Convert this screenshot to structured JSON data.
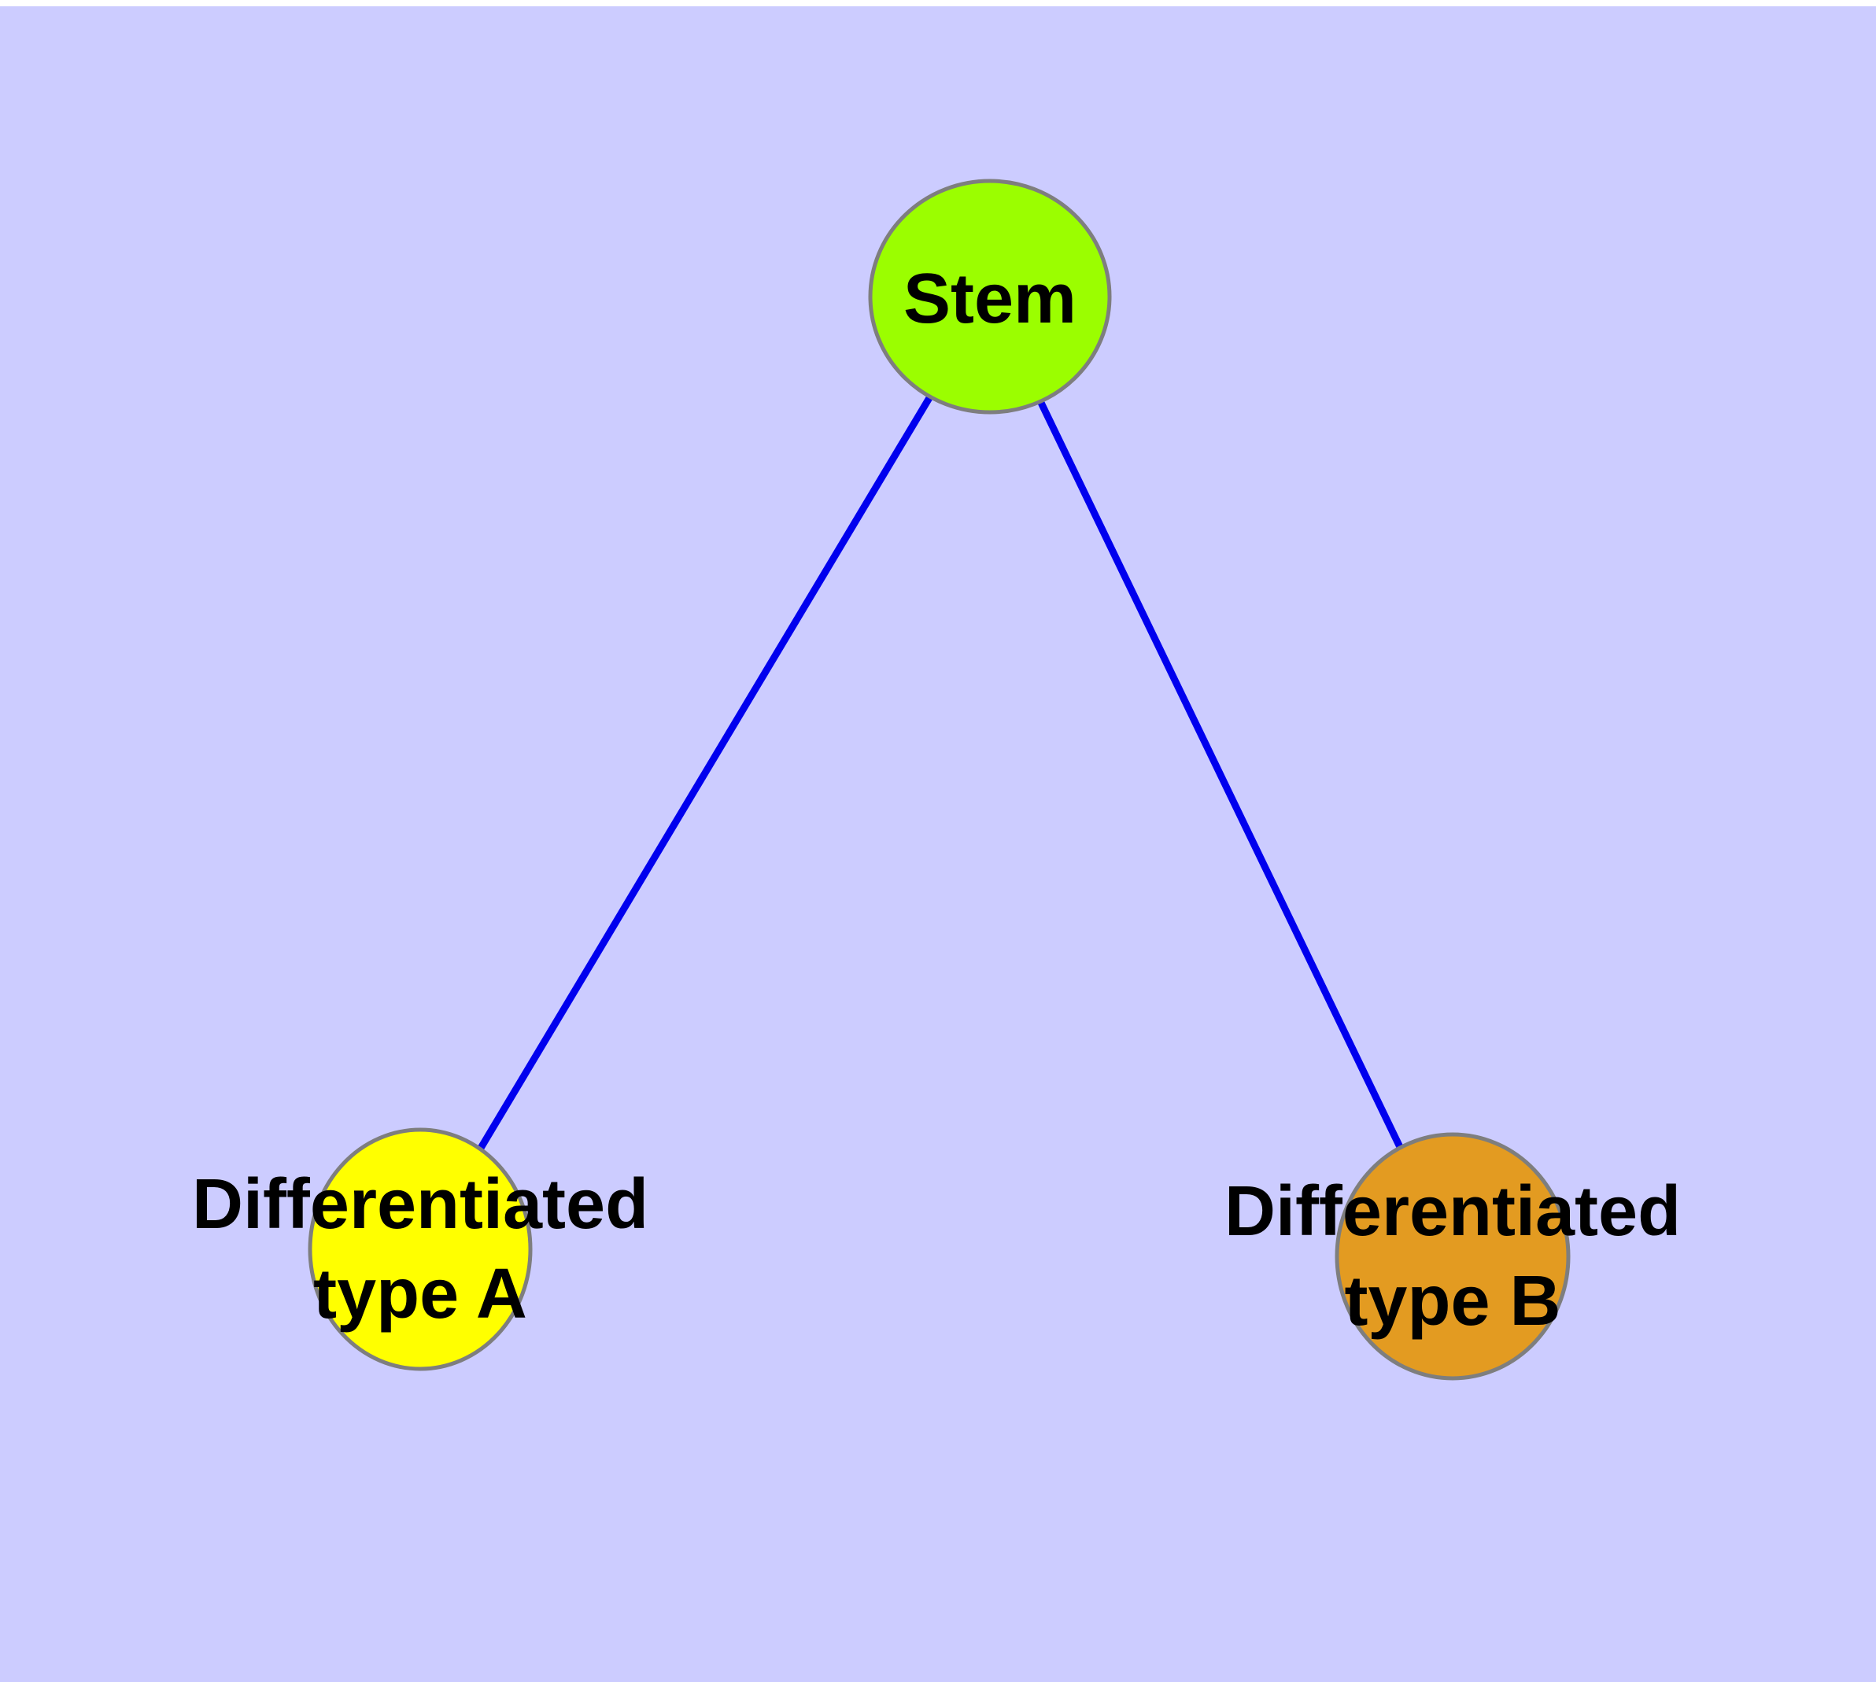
{
  "diagram": {
    "type": "node-link-graph",
    "description": "Cell differentiation hierarchy: stem cell giving rise to two differentiated cell types",
    "colors": {
      "page_background": "#FFFFFF",
      "plot_background": "#CCCCFF",
      "edge": "#0000EE",
      "node_border": "#7E7E7E",
      "label_text": "#000000",
      "stem_fill": "#9BFE00",
      "type_a_fill": "#FFFF00",
      "type_b_fill": "#E39B21"
    },
    "nodes": {
      "stem": {
        "label": "Stem",
        "fill": "#9BFE00"
      },
      "type_a": {
        "label_line1": "Differentiated",
        "label_line2": "type A",
        "fill": "#FFFF00"
      },
      "type_b": {
        "label_line1": "Differentiated",
        "label_line2": "type B",
        "fill": "#E39B21"
      }
    },
    "edges": [
      {
        "from": "stem",
        "to": "type_a"
      },
      {
        "from": "stem",
        "to": "type_b"
      }
    ]
  }
}
